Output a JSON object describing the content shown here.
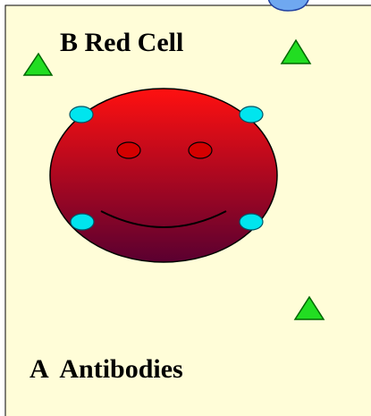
{
  "labels": {
    "title": "B Red Cell",
    "bottom": "A  Antibodies"
  },
  "colors": {
    "panel_fill": "#fffdd8",
    "panel_border": "#000000",
    "cell_top": "#ff1010",
    "cell_bottom": "#5a0030",
    "eye_fill": "#d40000",
    "receptor_fill": "#00e5ee",
    "antibody_fill": "#22dd22",
    "antibody_stroke": "#006600",
    "blob_fill": "#6fa8f0"
  },
  "icons": {
    "cell": "smiley-red-cell",
    "receptor": "cyan-ellipse",
    "antibody": "green-triangle",
    "blob": "blue-blob"
  }
}
